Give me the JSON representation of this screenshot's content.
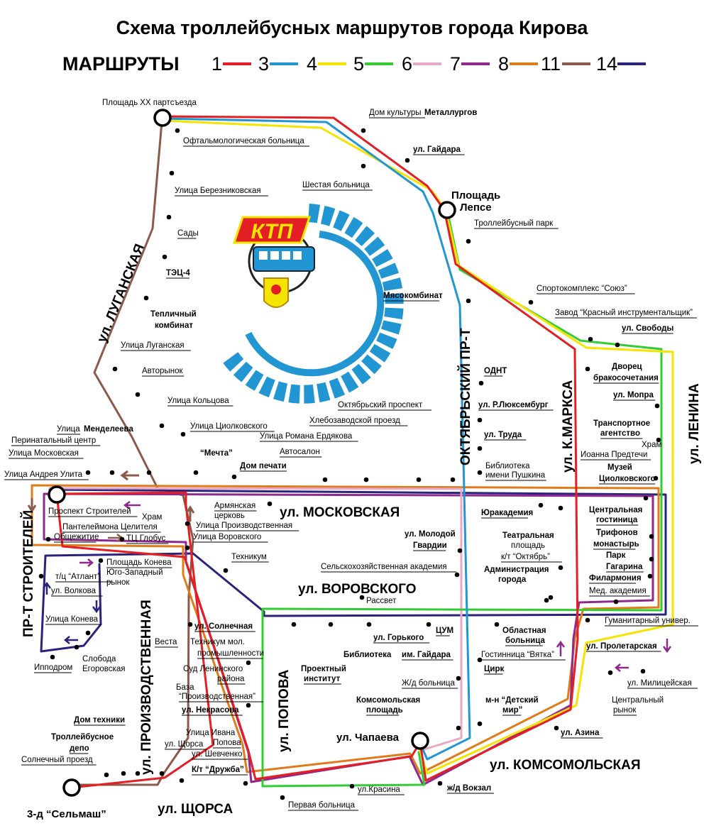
{
  "title": "Схема троллейбусных маршрутов города Кирова",
  "legend": {
    "heading": "МАРШРУТЫ",
    "routes": [
      {
        "number": "1",
        "color": "#e31e24"
      },
      {
        "number": "3",
        "color": "#2196d3"
      },
      {
        "number": "4",
        "color": "#f5e400"
      },
      {
        "number": "5",
        "color": "#33cc33"
      },
      {
        "number": "6",
        "color": "#e8a8c8"
      },
      {
        "number": "7",
        "color": "#8e2a8e"
      },
      {
        "number": "8",
        "color": "#e07b1a"
      },
      {
        "number": "11",
        "color": "#8b5a4a"
      },
      {
        "number": "14",
        "color": "#2a237a"
      }
    ]
  },
  "logo": {
    "text": "КТП"
  },
  "streets": {
    "luganskaya": "ул. ЛУГАНСКАЯ",
    "stroiteley": "ПР-Т СТРОИТЕЛЕЙ",
    "moskovskaya": "ул. МОСКОВСКАЯ",
    "vorovskogo": "ул. ВОРОВСКОГО",
    "oktyabrsky": "ОКТЯБРЬСКИЙ ПР-Т",
    "kmarksa": "ул. К.МАРКСА",
    "lenina": "ул. ЛЕНИНА",
    "proizvodstvennaya": "ул. ПРОИЗВОДСТВЕННАЯ",
    "popova": "ул. ПОПОВА",
    "komsomolskaya": "ул. КОМСОМОЛЬСКАЯ",
    "schorsa": "ул. ЩОРСА"
  },
  "terminals": {
    "xx": "Площадь XX партсъезда",
    "lepse1": "Площадь",
    "lepse2": "Лепсе",
    "chapaeva": "ул. Чапаева",
    "selmash": "3-д “Сельмаш”"
  },
  "stops": {
    "metall_a": "Дом культуры",
    "metall_b": "Металлургов",
    "gaidara": "ул. Гайдара",
    "oftalm": "Офтальмологическая больница",
    "shestaya": "Шестая больница",
    "bereznik": "Улица Березниковская",
    "sady": "Сады",
    "tec": "ТЭЦ-4",
    "teplich1": "Тепличный",
    "teplich2": "комбинат",
    "lugansk": "Улица Луганская",
    "avtorynok": "Авторынок",
    "koltsova": "Улица Кольцова",
    "mendeleeva_a": "Улица",
    "mendeleeva_b": "Менделеева",
    "perinatal": "Перинатальный центр",
    "moskovskaya_st": "Улица Московская",
    "ulita": "Улица Андрея Улита",
    "ciolk": "Улица Циолковского",
    "mechta": "“Мечта”",
    "dompechati": "Дом печати",
    "avtosalon": "Автосалон",
    "erdyakova": "Улица Романа Ердякова",
    "hlebozav": "Хлебозаводской проезд",
    "oktprosp": "Октябрьский проспект",
    "trolpark": "Троллейбусный парк",
    "soyuz": "Спортокомплекс “Союз”",
    "krasny": "Завод “Красный инструментальщик”",
    "myaso": "Мясокомбинат",
    "svobody": "ул. Свободы",
    "dvorec1": "Дворец",
    "dvorec2": "бракосочетания",
    "mopra": "ул. Мопра",
    "transp1": "Транспортное",
    "transp2": "агентство",
    "hram_i1": "Храм",
    "hram_i2": "Иоанна Предтечи",
    "muzei1": "Музей",
    "muzei2": "Циолковского",
    "odnt": "ОДНТ",
    "rlux": "ул. Р.Люксембург",
    "truda": "ул. Труда",
    "bibl1": "Библиотека",
    "bibl2": "имени Пушкина",
    "prosp_str": "Проспект Строителей",
    "hram_p1": "Храм",
    "hram_p2": "Пантелеймона Целителя",
    "obsch": "Общежитие",
    "globus": "ТЦ Глобус",
    "armyan1": "Армянская",
    "armyan2": "церковь",
    "proizv_st": "Улица Производственная",
    "vorovsk_st": "Улица Воровского",
    "tehnikum": "Техникум",
    "molod1": "ул. Молодой",
    "molod2": "Гвардии",
    "selhoz": "Сельскохозяйственная академия",
    "rassvet": "Рассвет",
    "urakad": "Юракадемия",
    "teatr1": "Театральная",
    "teatr2": "площадь",
    "kt_okt": "к/т “Октябрь”",
    "admin1": "Администрация",
    "admin2": "города",
    "centr1": "Центральная",
    "centr2": "гостиница",
    "trif1": "Трифонов",
    "trif2": "монастырь",
    "park1": "Парк",
    "park2": "Гагарина",
    "filarm": "Филармония",
    "medakad": "Мед. академия",
    "gumun": "Гуманитарный универ.",
    "atlant": "т/ц “Атлант”",
    "volkova": "ул. Волкова",
    "koneva": "Улица Конева",
    "ippodrom": "Ипподром",
    "sloboda1": "Слобода",
    "sloboda2": "Егоровская",
    "pl_koneva": "Площадь Конева",
    "ugozap1": "Юго-Западный",
    "ugozap2": "рынок",
    "solnech": "ул. Солнечная",
    "tehmol1": "Техникум мол.",
    "tehmol2": "промышленности",
    "vesta": "Веста",
    "sud1": "Суд Ленинского",
    "sud2": "района",
    "baza1": "База",
    "baza2": "“Производственная”",
    "nekrasova": "ул. Некрасова",
    "ivana1": "Улица Ивана",
    "ivana2": "Попова",
    "schorsa_st": "ул. Щорса",
    "shevchenko": "ул. Шевченко",
    "druzhba": "К/т “Дружба”",
    "domteh": "Дом техники",
    "depo1": "Троллейбусное",
    "depo2": "депо",
    "solnproezd": "Солнечный проезд",
    "solnechnaya_sh": "ул. Солнечная",
    "proekt1": "Проектный",
    "proekt2": "институт",
    "gorkogo": "ул. Горького",
    "cum": "ЦУМ",
    "biblg_a": "Библиотека",
    "biblg_b": "им. Гайдара",
    "zhdbol": "Ж/д больница",
    "komsom1": "Комсомольская",
    "komsom2": "площадь",
    "oblast1": "Областная",
    "oblast2": "больница",
    "vyatka": "Гостинница “Вятка”",
    "cirk": "Цирк",
    "detmir1": "м-н “Детский",
    "detmir2": "мир”",
    "proletar": "ул. Пролетарская",
    "milic": "ул. Милицейская",
    "centrryn1": "Центральный",
    "centrryn2": "рынок",
    "azina": "ул. Азина",
    "krasina": "ул.Красина",
    "zhdvokzal": "ж/д Вокзал",
    "pervaya": "Первая больница"
  }
}
